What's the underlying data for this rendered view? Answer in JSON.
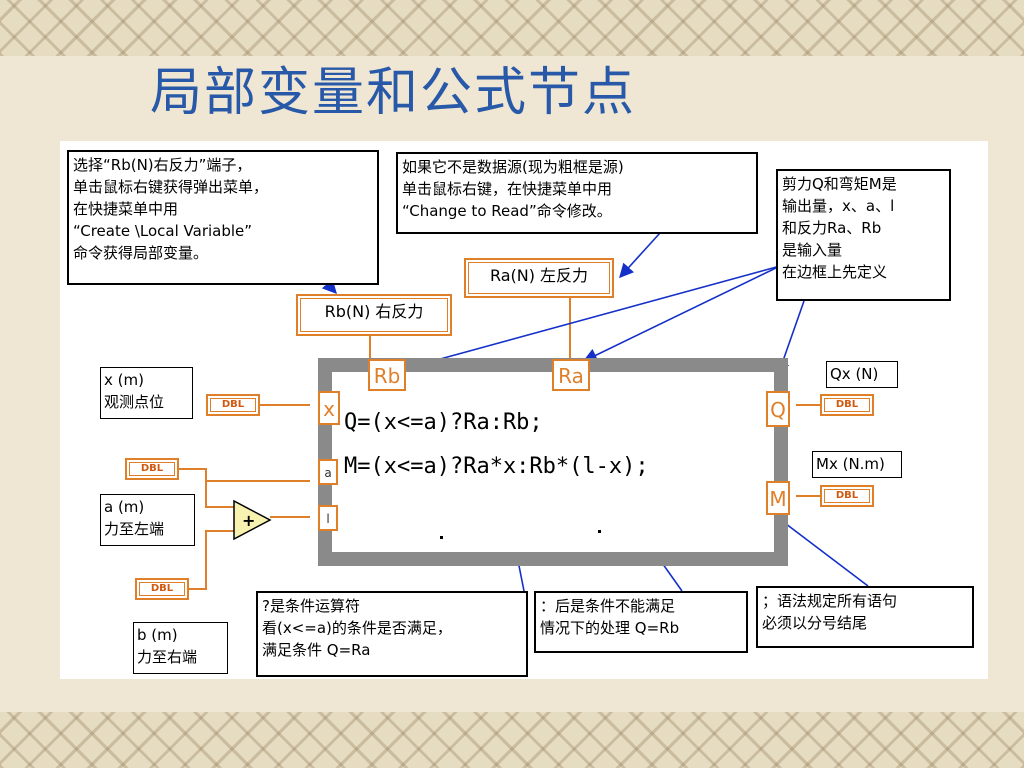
{
  "title": "局部变量和公式节点",
  "notes": {
    "local_var": [
      "选择“Rb(N)右反力”端子，",
      "单击鼠标右键获得弹出菜单，",
      "在快捷菜单中用",
      "“Create \\Local Variable”",
      "命令获得局部变量。"
    ],
    "data_source": [
      "如果它不是数据源(现为粗框是源)",
      "单击鼠标右键，在快捷菜单中用",
      "“Change to Read”命令修改。"
    ],
    "io_def": [
      "剪力Q和弯矩M是",
      "输出量，x、a、l",
      "和反力Ra、Rb",
      "是输入量",
      "在边框上先定义"
    ],
    "ternary": [
      "?是条件运算符",
      "看(x<=a)的条件是否满足，",
      "满足条件 Q=Ra"
    ],
    "colon": [
      "：后是条件不能满足",
      "情况下的处理 Q=Rb"
    ],
    "semicolon": [
      "；语法规定所有语句",
      "必须以分号结尾"
    ]
  },
  "constants": {
    "rb": "Rb(N) 右反力",
    "ra": "Ra(N) 左反力"
  },
  "labels": {
    "x": [
      "x (m)",
      "观测点位"
    ],
    "a": [
      "a (m)",
      "力至左端"
    ],
    "b": [
      "b (m)",
      "力至右端"
    ],
    "qx": [
      "Qx (N)"
    ],
    "mx": [
      "Mx (N.m)"
    ]
  },
  "dbl_label": "DBL",
  "formula": {
    "line1": "Q=(x<=a)?Ra:Rb;",
    "line2": "M=(x<=a)?Ra*x:Rb*(l-x);"
  },
  "terminals": {
    "rb": "Rb",
    "ra": "Ra",
    "x": "x",
    "a": "a",
    "l": "l",
    "q": "Q",
    "m": "M"
  },
  "add_symbol": "+"
}
